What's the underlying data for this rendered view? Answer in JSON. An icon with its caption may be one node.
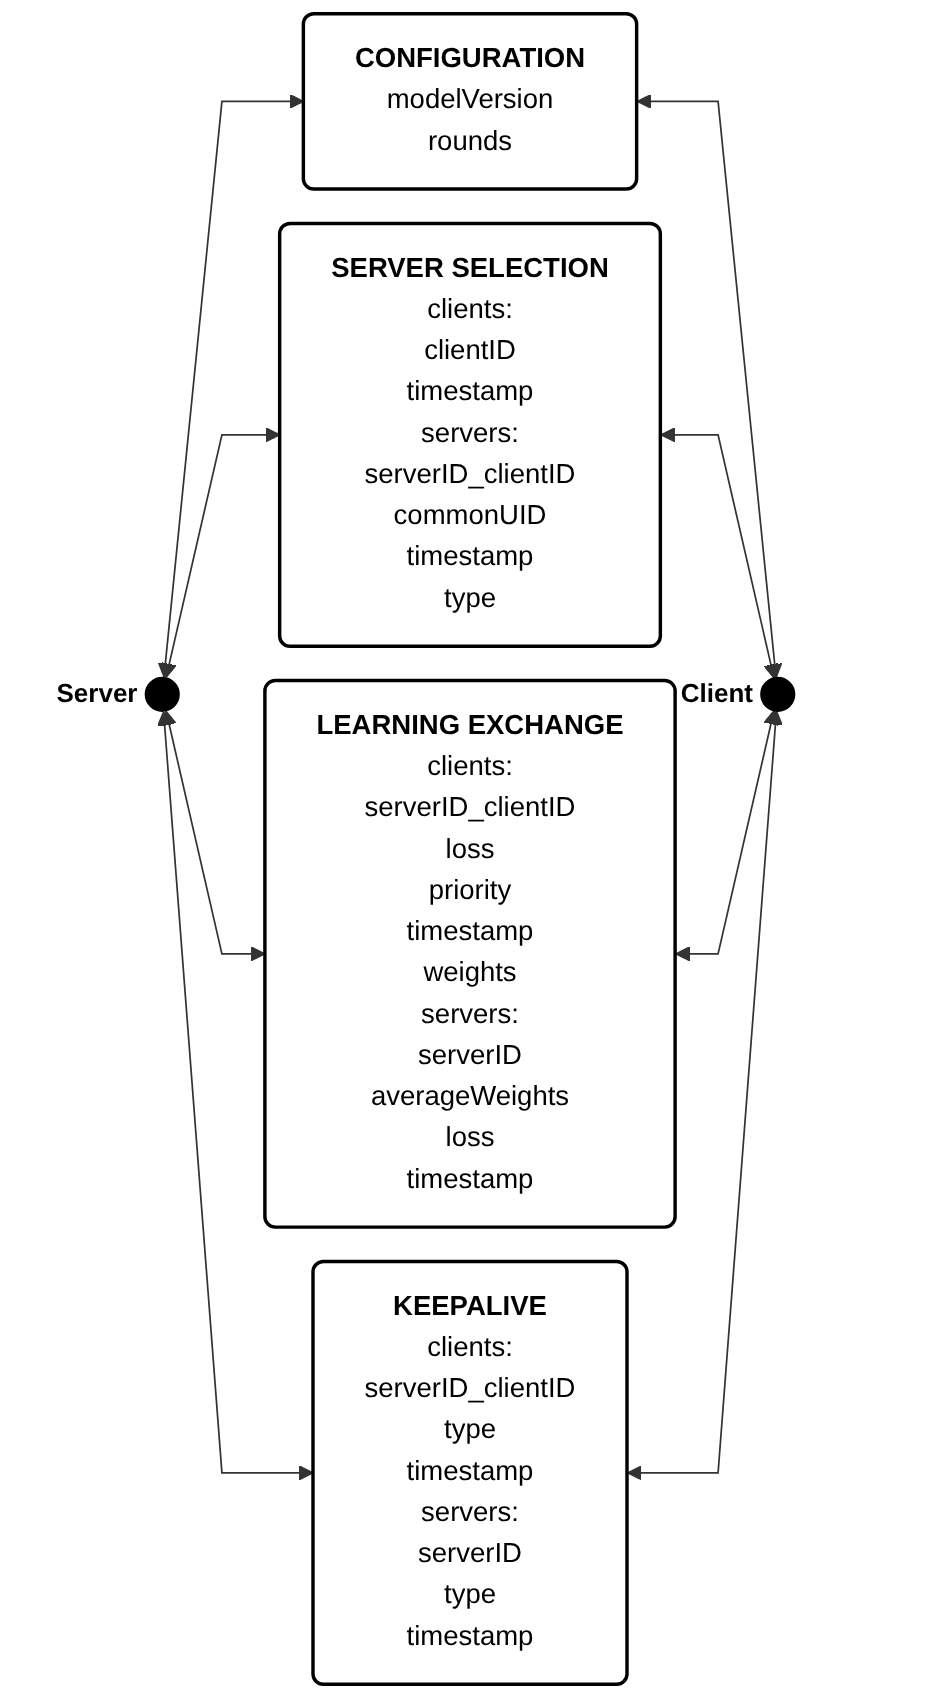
{
  "diagram": {
    "nodes": [
      {
        "text": [
          "CONFIGURATION",
          "modelVersion",
          "rounds"
        ]
      },
      {
        "text": [
          "SERVER SELECTION",
          "clients:",
          "clientID",
          "timestamp",
          "servers:",
          "serverID_clientID",
          "commonUID",
          "timestamp",
          "type"
        ]
      },
      {
        "text": [],
        "shape": "circle",
        "beside": [
          "Server"
        ]
      },
      {
        "text": [
          "LEARNING EXCHANGE",
          "clients:",
          "serverID_clientID",
          "loss",
          "priority",
          "timestamp",
          "weights",
          "servers:",
          "serverID",
          "averageWeights",
          "loss",
          "timestamp"
        ]
      },
      {
        "text": [],
        "shape": "circle",
        "beside": [
          "Client"
        ]
      },
      {
        "text": [
          "KEEPALIVE",
          "clients:",
          "serverID_clientID",
          "type",
          "timestamp",
          "servers:",
          "serverID",
          "type",
          "timestamp"
        ]
      }
    ],
    "edges": [
      {
        "from": 2,
        "to": 0,
        "arrow": "both"
      },
      {
        "from": 2,
        "to": 1,
        "arrow": "both"
      },
      {
        "from": 2,
        "to": 3,
        "arrow": "both"
      },
      {
        "from": 2,
        "to": 5,
        "arrow": "both"
      },
      {
        "from": 0,
        "to": 4,
        "arrow": "both"
      },
      {
        "from": 1,
        "to": 4,
        "arrow": "both"
      },
      {
        "from": 3,
        "to": 4,
        "arrow": "both"
      },
      {
        "from": 5,
        "to": 4,
        "arrow": "both"
      }
    ]
  }
}
